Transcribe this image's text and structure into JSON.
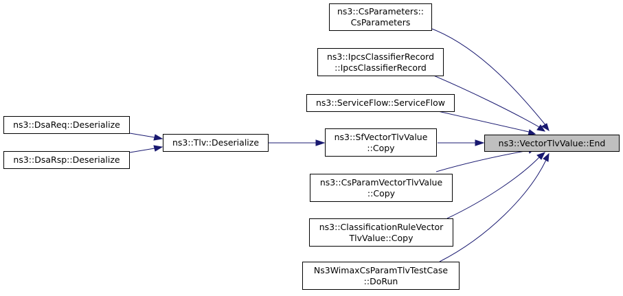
{
  "diagram": {
    "colors": {
      "edge": "#191970",
      "focus_fill": "#bfbfbf",
      "node_border": "#000000"
    },
    "focus": {
      "label": "ns3::VectorTlvValue::End"
    },
    "callers": [
      {
        "line1": "ns3::CsParameters::",
        "line2": "CsParameters"
      },
      {
        "line1": "ns3::IpcsClassifierRecord",
        "line2": "::IpcsClassifierRecord"
      },
      {
        "line1": "ns3::ServiceFlow::ServiceFlow"
      },
      {
        "line1": "ns3::SfVectorTlvValue",
        "line2": "::Copy"
      },
      {
        "line1": "ns3::CsParamVectorTlvValue",
        "line2": "::Copy"
      },
      {
        "line1": "ns3::ClassificationRuleVector",
        "line2": "TlvValue::Copy"
      },
      {
        "line1": "Ns3WimaxCsParamTlvTestCase",
        "line2": "::DoRun"
      }
    ],
    "tlv": {
      "label": "ns3::Tlv::Deserialize"
    },
    "dsa": [
      {
        "label": "ns3::DsaReq::Deserialize"
      },
      {
        "label": "ns3::DsaRsp::Deserialize"
      }
    ]
  }
}
